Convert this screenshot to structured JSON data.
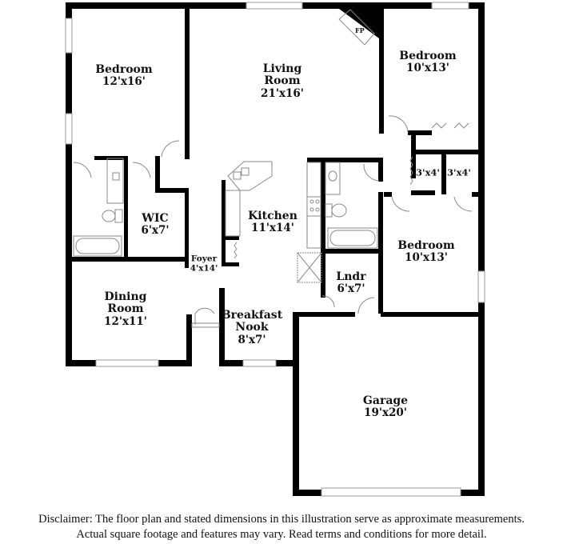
{
  "floor_plan": {
    "rooms": [
      {
        "id": "bedroom-1",
        "name": "Bedroom",
        "dimensions": "12'x16'"
      },
      {
        "id": "living-room",
        "name": "Living Room",
        "name_lines": [
          "Living",
          "Room"
        ],
        "dimensions": "21'x16'"
      },
      {
        "id": "bedroom-2",
        "name": "Bedroom",
        "dimensions": "10'x13'"
      },
      {
        "id": "closet-1",
        "name": "",
        "dimensions": "3'x4'"
      },
      {
        "id": "closet-2",
        "name": "",
        "dimensions": "3'x4'"
      },
      {
        "id": "wic",
        "name": "WIC",
        "dimensions": "6'x7'"
      },
      {
        "id": "kitchen",
        "name": "Kitchen",
        "dimensions": "11'x14'"
      },
      {
        "id": "foyer",
        "name": "Foyer",
        "dimensions": "4'x14'"
      },
      {
        "id": "bedroom-3",
        "name": "Bedroom",
        "dimensions": "10'x13'"
      },
      {
        "id": "laundry",
        "name": "Lndr",
        "dimensions": "6'x7'"
      },
      {
        "id": "dining-room",
        "name": "Dining Room",
        "name_lines": [
          "Dining",
          "Room"
        ],
        "dimensions": "12'x11'"
      },
      {
        "id": "breakfast-nook",
        "name": "Breakfast Nook",
        "name_lines": [
          "Breakfast",
          "Nook"
        ],
        "dimensions": "8'x7'"
      },
      {
        "id": "garage",
        "name": "Garage",
        "dimensions": "19'x20'"
      }
    ],
    "fireplace_label": "FP",
    "colors": {
      "wall": "#000000",
      "fixture": "#8a8a8a",
      "window": "#bdbdbd",
      "background": "#ffffff"
    }
  },
  "disclaimer": {
    "line1": "Disclaimer: The floor plan and stated dimensions in this illustration serve as approximate measurements.",
    "line2": "Actual square footage and features may vary. Read terms and conditions for more detail."
  }
}
